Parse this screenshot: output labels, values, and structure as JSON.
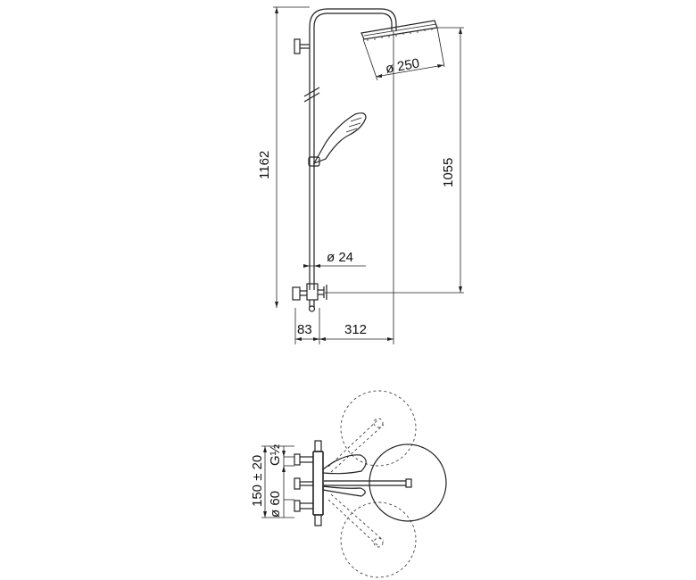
{
  "dimensions": {
    "overall_height": "1162",
    "head_height": "1055",
    "head_diameter": "ø 250",
    "pipe_diameter": "ø 24",
    "wall_offset": "83",
    "arm_length": "312",
    "inlet_spacing": "150 ± 20",
    "thread": "G½",
    "flange_diameter": "ø 60"
  }
}
